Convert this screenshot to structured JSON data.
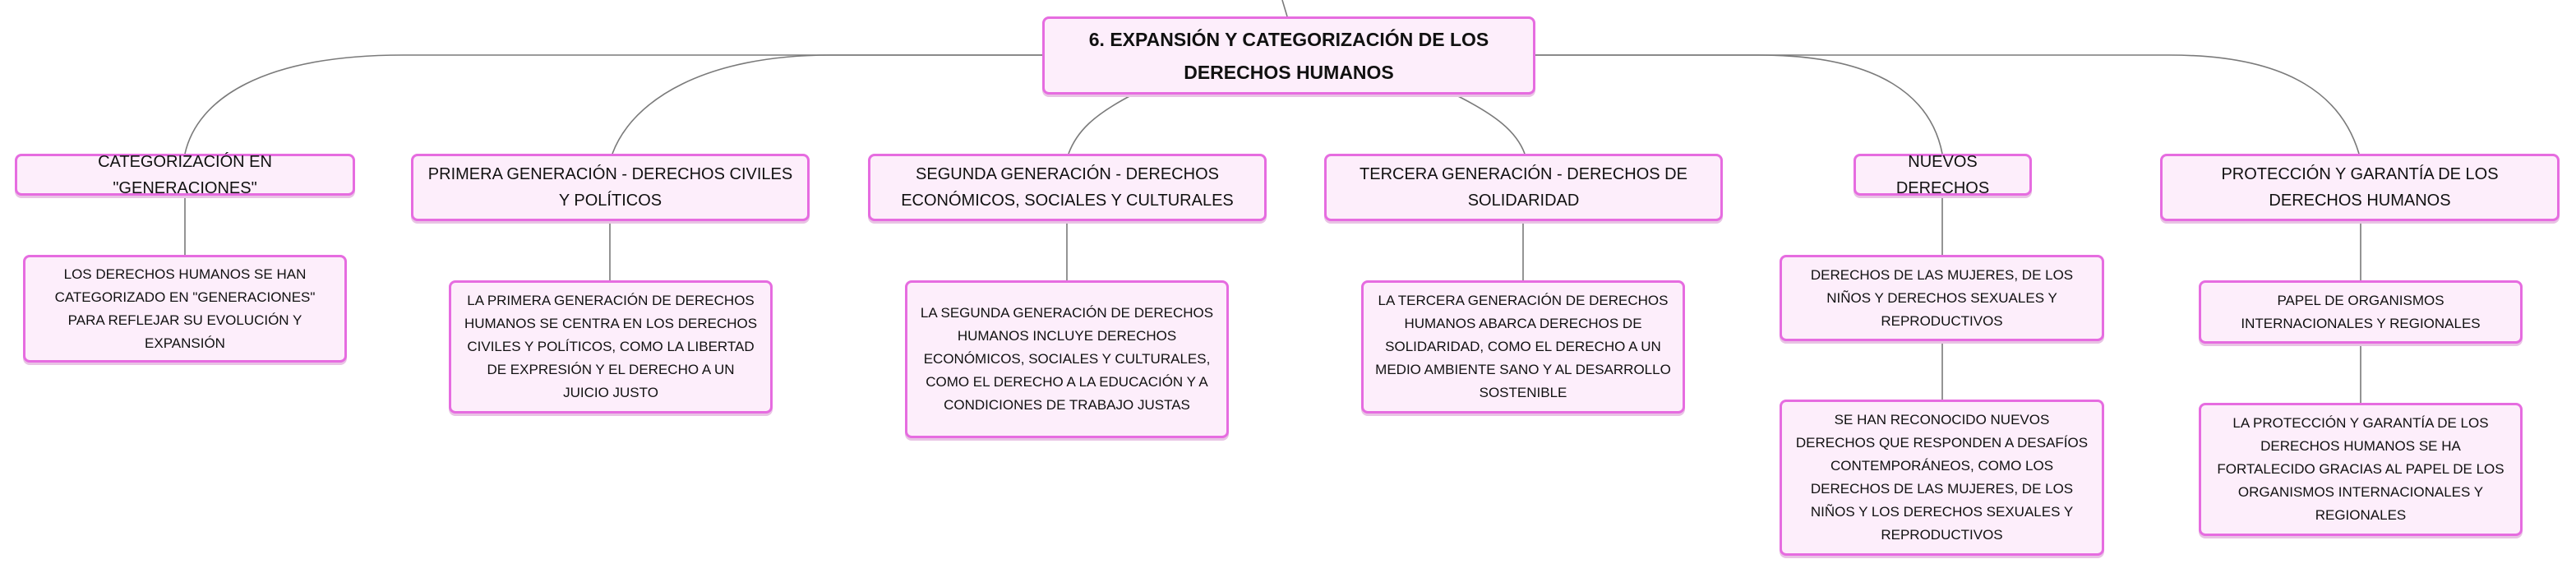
{
  "root": {
    "title": "6. EXPANSIÓN Y CATEGORIZACIÓN DE LOS DERECHOS HUMANOS"
  },
  "branches": [
    {
      "label": "CATEGORIZACIÓN EN \"GENERACIONES\"",
      "children": [
        "LOS DERECHOS HUMANOS SE HAN CATEGORIZADO EN \"GENERACIONES\" PARA REFLEJAR SU EVOLUCIÓN Y EXPANSIÓN"
      ]
    },
    {
      "label": "PRIMERA GENERACIÓN - DERECHOS CIVILES Y POLÍTICOS",
      "children": [
        "LA PRIMERA GENERACIÓN DE DERECHOS HUMANOS SE CENTRA EN LOS DERECHOS CIVILES Y POLÍTICOS, COMO LA LIBERTAD DE EXPRESIÓN Y EL DERECHO A UN JUICIO JUSTO"
      ]
    },
    {
      "label": "SEGUNDA GENERACIÓN - DERECHOS ECONÓMICOS, SOCIALES Y CULTURALES",
      "children": [
        "LA SEGUNDA GENERACIÓN DE DERECHOS HUMANOS INCLUYE DERECHOS ECONÓMICOS, SOCIALES Y CULTURALES, COMO EL DERECHO A LA EDUCACIÓN Y A CONDICIONES DE TRABAJO JUSTAS"
      ]
    },
    {
      "label": "TERCERA GENERACIÓN - DERECHOS DE SOLIDARIDAD",
      "children": [
        "LA TERCERA GENERACIÓN DE DERECHOS HUMANOS ABARCA DERECHOS DE SOLIDARIDAD, COMO EL DERECHO A UN MEDIO AMBIENTE SANO Y AL DESARROLLO SOSTENIBLE"
      ]
    },
    {
      "label": "NUEVOS DERECHOS",
      "children": [
        "DERECHOS DE LAS MUJERES, DE LOS NIÑOS Y DERECHOS SEXUALES Y REPRODUCTIVOS",
        "SE HAN RECONOCIDO NUEVOS DERECHOS QUE RESPONDEN A DESAFÍOS CONTEMPORÁNEOS, COMO LOS DERECHOS DE LAS MUJERES, DE LOS NIÑOS Y LOS DERECHOS SEXUALES Y REPRODUCTIVOS"
      ]
    },
    {
      "label": "PROTECCIÓN Y GARANTÍA DE LOS DERECHOS HUMANOS",
      "children": [
        "PAPEL DE ORGANISMOS INTERNACIONALES Y REGIONALES",
        "LA PROTECCIÓN Y GARANTÍA DE LOS DERECHOS HUMANOS SE HA FORTALECIDO GRACIAS AL PAPEL DE LOS ORGANISMOS INTERNACIONALES Y REGIONALES"
      ]
    }
  ],
  "colors": {
    "node_fill": "#fdeefb",
    "node_border": "#e66ce0",
    "connector": "#7a7a7a",
    "text": "#111111"
  }
}
